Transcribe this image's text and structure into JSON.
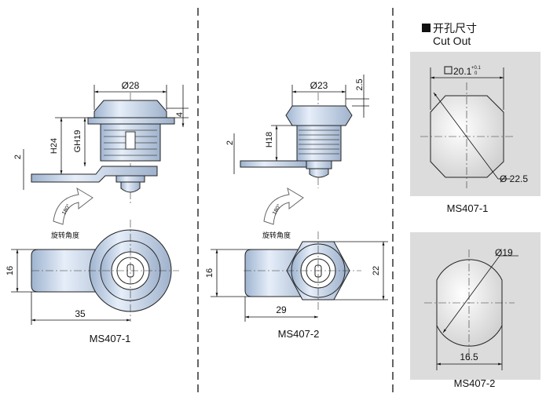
{
  "cutout": {
    "title_cn": "开孔尺寸",
    "title_en": "Cut Out",
    "ms1": {
      "square": "20.1",
      "tol_upper": "+0.1",
      "tol_lower": "0",
      "dia": "Ø 22.5",
      "label": "MS407-1"
    },
    "ms2": {
      "dia": "Ø19",
      "width": "16.5",
      "label": "MS407-2"
    }
  },
  "ms1": {
    "dia": "Ø28",
    "head": "4",
    "h": "H24",
    "gh": "GH19",
    "arm": "2",
    "angle": "180°",
    "rotation_label": "旋转角度",
    "width": "16",
    "length": "35",
    "label": "MS407-1"
  },
  "ms2": {
    "dia": "Ø23",
    "head": "2.5",
    "h": "H18",
    "arm": "2",
    "angle": "180°",
    "rotation_label": "旋转角度",
    "width": "16",
    "height": "22",
    "length": "29",
    "label": "MS407-2"
  },
  "colors": {
    "metal": "#c9d9ee",
    "panel": "#dcdcdc"
  }
}
